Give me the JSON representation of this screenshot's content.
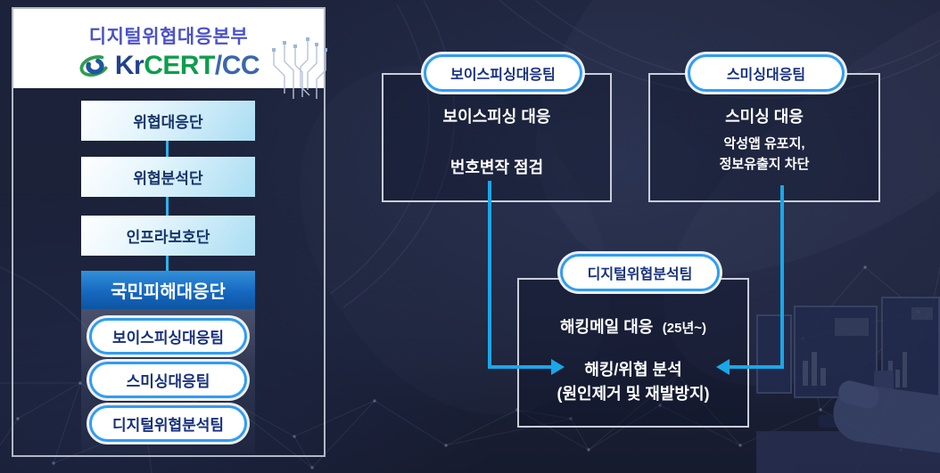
{
  "panel": {
    "title": "디지털위협대응본부",
    "logo": {
      "kr": "Kr",
      "cert": "CERT",
      "slash": "/",
      "cc": "CC"
    },
    "divisions": [
      {
        "label": "위협대응단"
      },
      {
        "label": "위협분석단"
      },
      {
        "label": "인프라보호단"
      }
    ],
    "highlight_division": {
      "label": "국민피해대응단"
    },
    "teams": [
      {
        "label": "보이스피싱대응팀"
      },
      {
        "label": "스미싱대응팀"
      },
      {
        "label": "디지털위협분석팀"
      }
    ]
  },
  "diagram": {
    "voice_team": {
      "pill": "보이스피싱대응팀",
      "line1": "보이스피싱 대응",
      "line2": "번호변작 점검"
    },
    "smishing_team": {
      "pill": "스미싱대응팀",
      "line1": "스미싱 대응",
      "sub1": "악성앱 유포지,",
      "sub2": "정보유출지 차단"
    },
    "analysis_team": {
      "pill": "디지털위협분석팀",
      "line1": "해킹메일 대응",
      "line1_note": "(25년~)",
      "line2": "해킹/위협 분석",
      "line3": "(원인제거 및 재발방지)"
    }
  },
  "colors": {
    "accent_cyan": "#1aa7e8",
    "pill_border_blue": "#2f9df2",
    "title_purple": "#4c52c8",
    "logo_green": "#0f9d4d",
    "logo_navy": "#20418f",
    "logo_blue": "#3b66ad",
    "highlight_box_blue": "#1668c0",
    "background_navy": "#1b2138"
  }
}
